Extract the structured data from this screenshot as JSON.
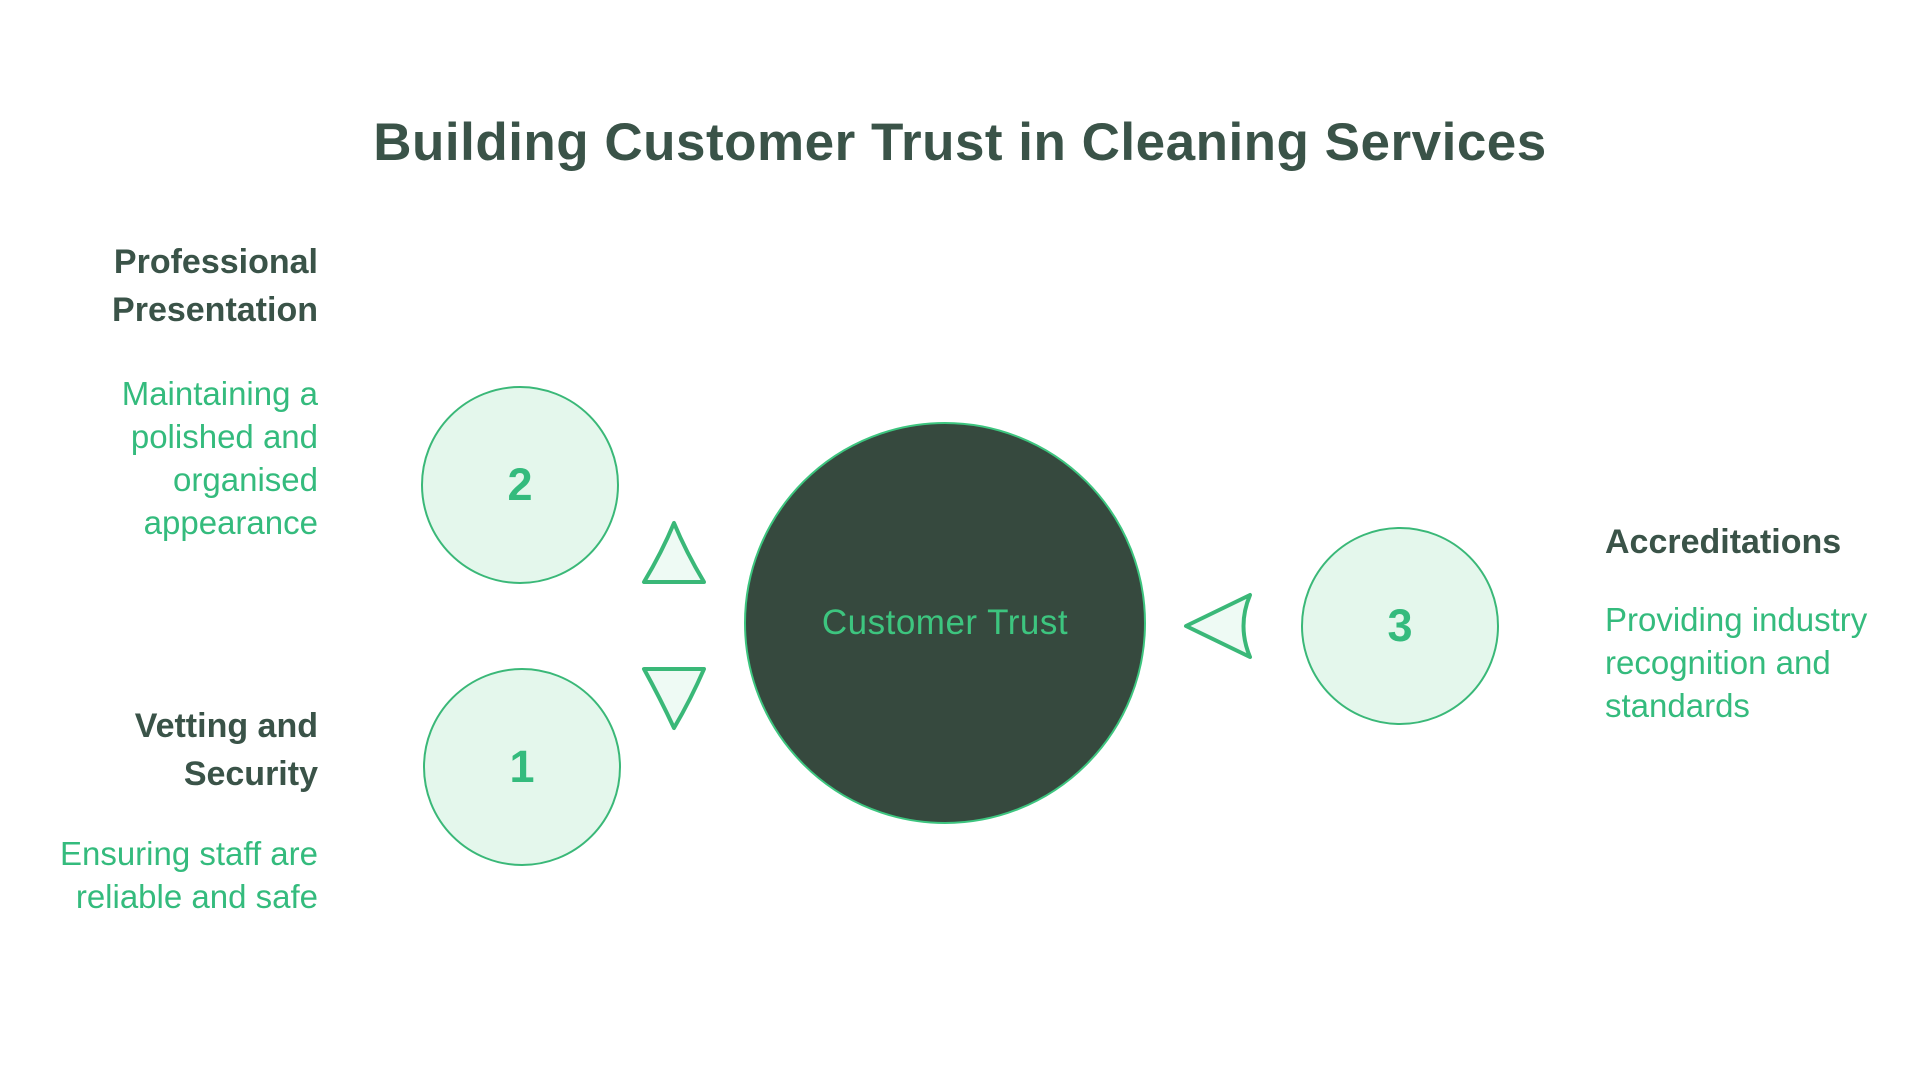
{
  "title": "Building Customer Trust in Cleaning Services",
  "center": {
    "label": "Customer Trust"
  },
  "items": [
    {
      "number": "1",
      "heading": "Vetting and Security",
      "description": "Ensuring staff are reliable and safe"
    },
    {
      "number": "2",
      "heading": "Professional Presentation",
      "description": "Maintaining a polished and organised appearance"
    },
    {
      "number": "3",
      "heading": "Accreditations",
      "description": "Providing industry recognition and standards"
    }
  ],
  "shapes": {
    "triangle_up": "▲",
    "triangle_down": "▼",
    "triangle_left": "◀"
  },
  "colors": {
    "background": "#FFFFFF",
    "heading_dark_green": "#3A5348",
    "accent_green": "#34BB7D",
    "circle_border_green": "#3AB878",
    "circle_fill_light": "#E4F7EC",
    "center_circle_fill": "#36493E",
    "center_circle_border": "#3DC57F"
  }
}
